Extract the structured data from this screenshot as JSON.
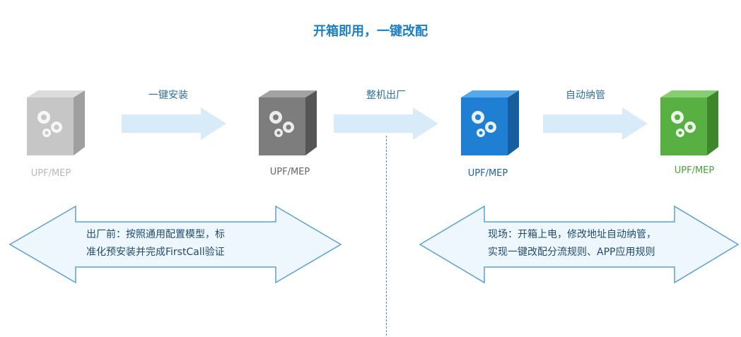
{
  "title": "开箱即用，一键改配",
  "boxes": [
    {
      "label": "UPF/MEP",
      "color_front": "#c6c6c6",
      "color_top": "#dcdcdc",
      "color_side": "#9f9f9f",
      "label_color": "#b8b8b8",
      "icon": "gears-icon"
    },
    {
      "label": "UPF/MEP",
      "color_front": "#7d7d7d",
      "color_top": "#a3a3a3",
      "color_side": "#555555",
      "label_color": "#666666",
      "icon": "gears-icon"
    },
    {
      "label": "UPF/MEP",
      "color_front": "#1f7fd3",
      "color_top": "#55a8eb",
      "color_side": "#155e9f",
      "label_color": "#1c63a6",
      "icon": "gears-icon"
    },
    {
      "label": "UPF/MEP",
      "color_front": "#58b042",
      "color_top": "#86cf70",
      "color_side": "#3d862c",
      "label_color": "#4aa23a",
      "icon": "gears-icon"
    }
  ],
  "steps": [
    "一键安装",
    "整机出厂",
    "自动纳管"
  ],
  "panels": {
    "left": {
      "line1": "出厂前：按照通用配置模型，标",
      "line2": "准化预安装并完成FirstCall验证"
    },
    "right": {
      "line1": "现场：开箱上电，修改地址自动纳管，",
      "line2": "实现一键改配分流规则、APP应用规则"
    }
  },
  "colors": {
    "title": "#1c7fc4",
    "arrow_fill": "#d8ebf8",
    "panel_fill": "#eef7fd",
    "panel_stroke": "#5aa0d8"
  }
}
